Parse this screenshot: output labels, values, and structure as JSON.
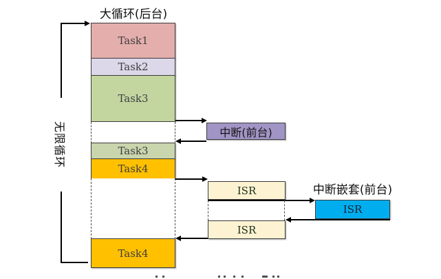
{
  "diagram": {
    "loop_title": "大循环(后台)",
    "infinite_loop_label": "无限循环",
    "interrupt_label": "中断(前台)",
    "nested_interrupt_title": "中断嵌套(前台)"
  },
  "column": {
    "task1": "Task1",
    "task2": "Task2",
    "task3": "Task3",
    "task3_resume": "Task3",
    "task4": "Task4",
    "task4_resume": "Task4"
  },
  "isr": {
    "first": "ISR",
    "second": "ISR",
    "nested": "ISR"
  },
  "colors": {
    "task1": "#e3aeac",
    "task2": "#dcd7e9",
    "task3": "#c3d6a0",
    "task3_resume": "#c9d5ad",
    "task4": "#ffc000",
    "task4_resume": "#ffc000",
    "interrupt": "#a195c6",
    "isr": "#fdf3d2",
    "isr_nested": "#00aeef",
    "line": "#000000"
  }
}
